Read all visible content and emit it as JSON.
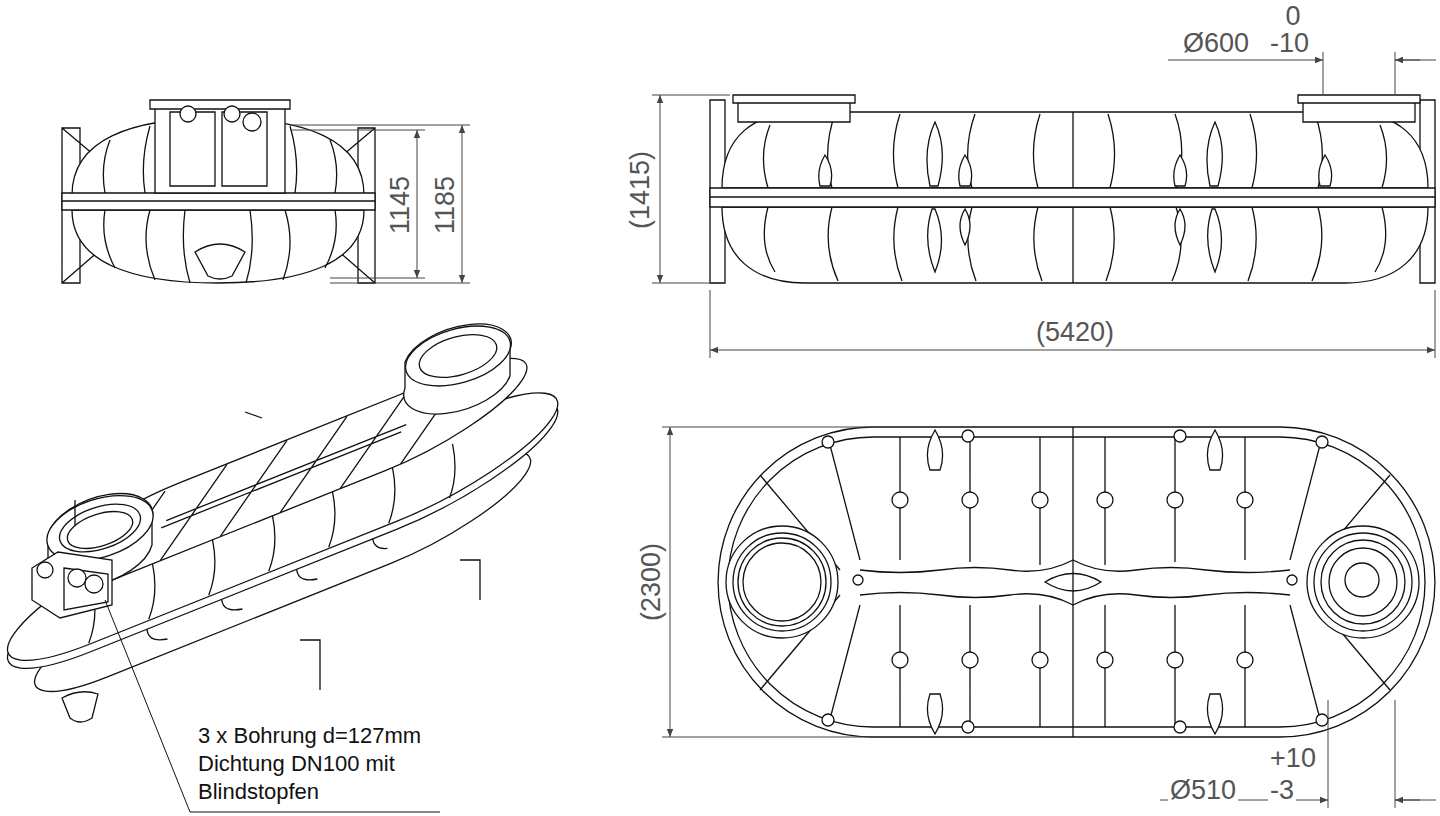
{
  "diagram": {
    "labels": [
      "0",
      "Ø600",
      "-10",
      "1145",
      "1185",
      "(1415)",
      "(5420)",
      "(2300)",
      "+10",
      "Ø510",
      "-3",
      "3 x Bohrung d=127mm Dichtung DN100 mit Blindstopfen"
    ]
  }
}
